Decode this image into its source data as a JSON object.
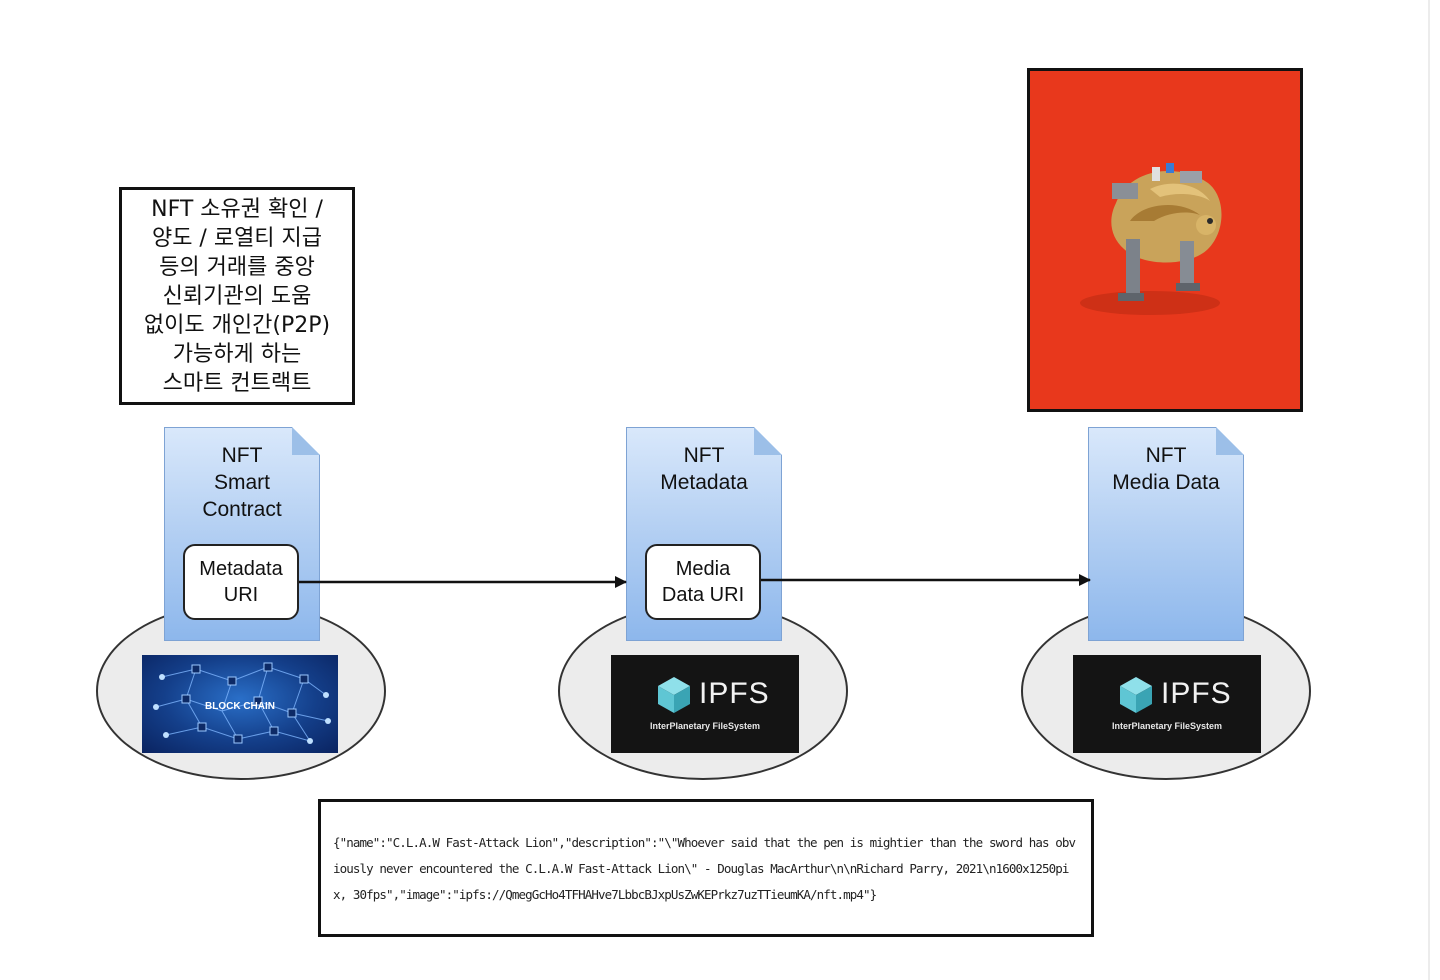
{
  "note": {
    "text": "NFT 소유권 확인 /\n양도 / 로열티 지급\n등의 거래를 중앙\n신뢰기관의 도움\n없이도 개인간(P2P)\n가능하게 하는\n스마트 컨트랙트"
  },
  "nodes": [
    {
      "title": "NFT\nSmart\nContract",
      "uri_label": "Metadata\nURI",
      "storage_logo": "blockchain-logo",
      "storage_text": "BLOCK CHAIN"
    },
    {
      "title": "NFT\nMetadata",
      "uri_label": "Media\nData URI",
      "storage_logo": "ipfs-logo",
      "storage_text": "IPFS",
      "storage_subtext": "InterPlanetary FileSystem"
    },
    {
      "title": "NFT\nMedia Data",
      "storage_logo": "ipfs-logo",
      "storage_text": "IPFS",
      "storage_subtext": "InterPlanetary FileSystem"
    }
  ],
  "artwork": {
    "subject": "C.L.A.W Fast-Attack Lion",
    "background_color": "#e8381c"
  },
  "metadata_json": {
    "text": "{\"name\":\"C.L.A.W Fast-Attack Lion\",\"description\":\"\\\"Whoever said that the pen is mightier than the sword has obviously never encountered the C.L.A.W Fast-Attack Lion\\\" - Douglas MacArthur\\n\\nRichard Parry, 2021\\n1600x1250pix, 30fps\",\"image\":\"ipfs://QmegGcHo4TFHAHve7LbbcBJxpUsZwKEPrkz7uzTTieumKA/nft.mp4\"}"
  },
  "colors": {
    "doc_fill": "#b6d1f3",
    "ellipse_fill": "#ececec",
    "ipfs_cube": "#5fc6d4",
    "blockchain_bg": "#143f8a"
  }
}
